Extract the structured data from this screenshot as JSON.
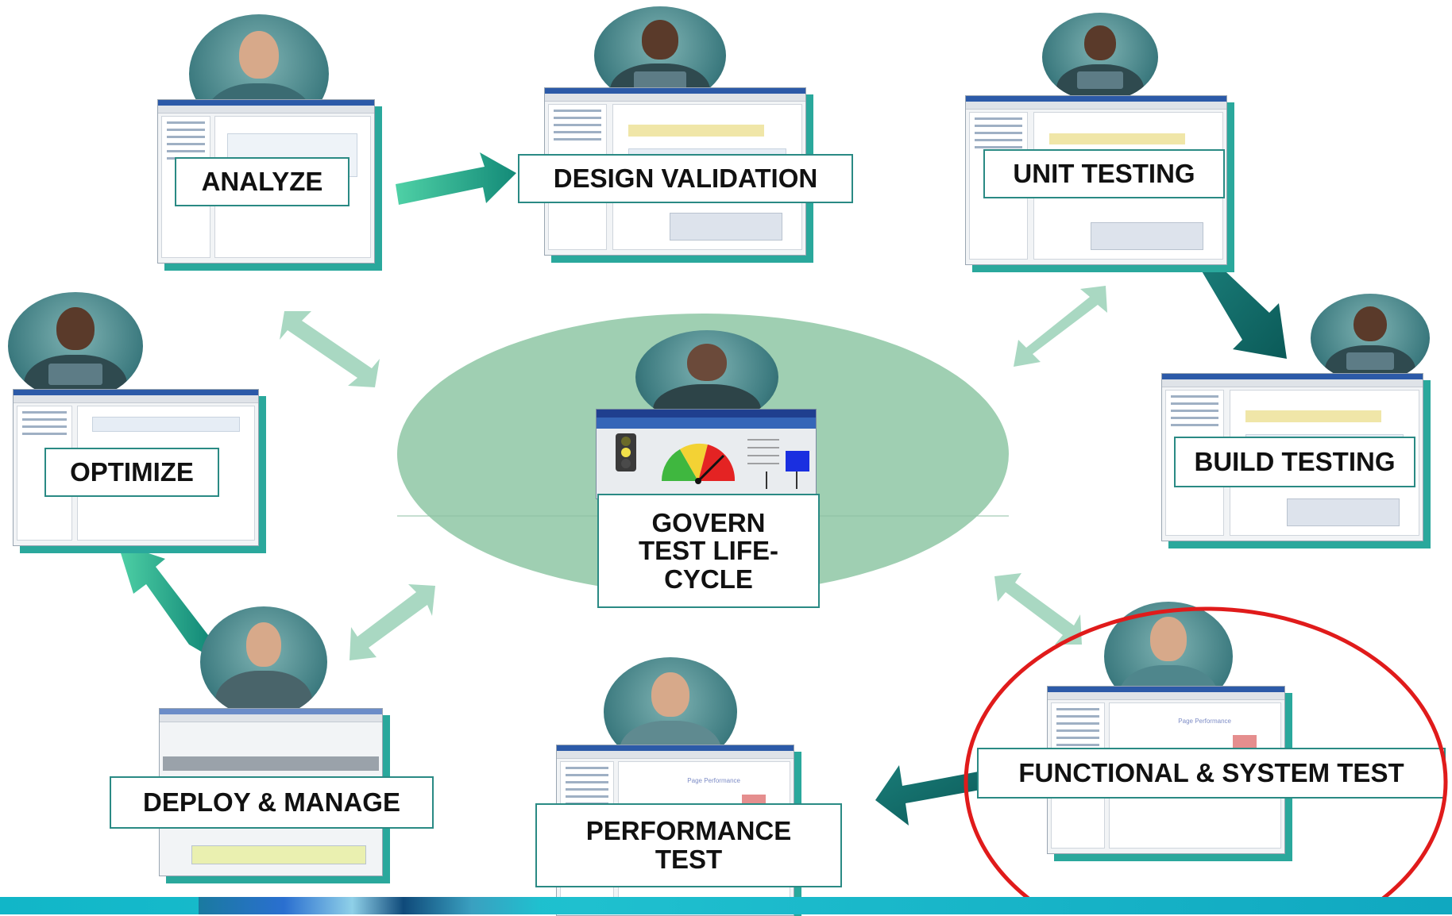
{
  "stages": {
    "analyze": "ANALYZE",
    "design_validation": "DESIGN VALIDATION",
    "unit_testing": "UNIT TESTING",
    "build_testing": "BUILD TESTING",
    "functional_system_test": "FUNCTIONAL & SYSTEM TEST",
    "performance_test": "PERFORMANCE TEST",
    "deploy_manage": "DEPLOY & MANAGE",
    "optimize": "OPTIMIZE",
    "govern": "GOVERN TEST LIFE-CYCLE"
  },
  "panel_captions": {
    "page_performance": "Page Performance"
  },
  "colors": {
    "ellipse_fill": "#9fcfb2",
    "label_border": "#2a8a84",
    "panel_shadow": "#2aa89c",
    "flow_arrow_light": "#26b08f",
    "flow_arrow_dark": "#0f6a66",
    "double_arrow": "#a9d8c2",
    "highlight_ring": "#e01b1b",
    "banner": "#11b6c8"
  },
  "highlighted_stage": "FUNCTIONAL & SYSTEM TEST"
}
